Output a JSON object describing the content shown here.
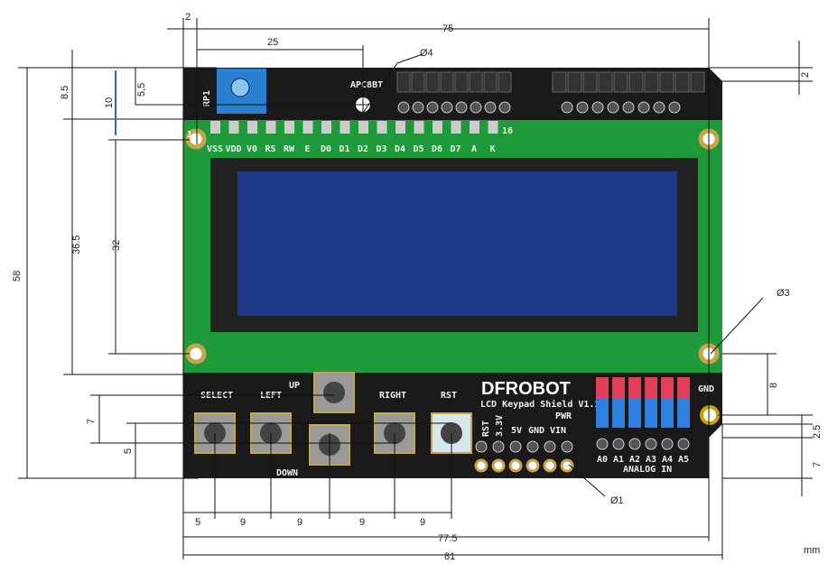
{
  "board": {
    "brand": "DFROBOT",
    "model": "LCD Keypad Shield V1.1",
    "pot_label": "RP1",
    "apc_label": "APC8BT",
    "lcd_pins": [
      "VSS",
      "VDD",
      "V0",
      "RS",
      "RW",
      "E",
      "D0",
      "D1",
      "D2",
      "D3",
      "D4",
      "D5",
      "D6",
      "D7",
      "A",
      "K"
    ],
    "pin_first": "1",
    "pin_last": "16",
    "buttons": [
      "SELECT",
      "LEFT",
      "UP",
      "DOWN",
      "RIGHT",
      "RST"
    ],
    "power_pins": [
      "RST",
      "3.3V",
      "5V",
      "GND",
      "VIN"
    ],
    "pwr_label": "PWR",
    "analog_pins": [
      "A0",
      "A1",
      "A2",
      "A3",
      "A4",
      "A5"
    ],
    "analog_label": "ANALOG IN",
    "gnd_label": "GND"
  },
  "dimensions": {
    "top_offset": "2",
    "total_width_top": "75",
    "hole_offset": "25",
    "hole_dia_top": "Ø4",
    "pot_height": "5,5",
    "hole_to_lcd": "10",
    "top_to_hole": "8.5",
    "total_height": "58",
    "lcd_height_outer": "36.5",
    "lcd_height_inner": "32",
    "right_top_offset": "2",
    "hole_dia_right": "Ø3",
    "hole_right_v": "8",
    "button_v1": "7",
    "button_v2": "5",
    "right_small": "2.5",
    "right_bottom": "7",
    "hole_dia_small": "Ø1",
    "btn_spacing": [
      "5",
      "9",
      "9",
      "9",
      "9"
    ],
    "width_77": "77.5",
    "width_81": "81",
    "unit": "mm"
  },
  "colors": {
    "pcb_black": "#1a1a1a",
    "pcb_green": "#1f9a3a",
    "lcd_blue": "#1d3a8a",
    "pot_blue": "#2a7fd0",
    "arrow_blue": "#2a6ab8"
  }
}
